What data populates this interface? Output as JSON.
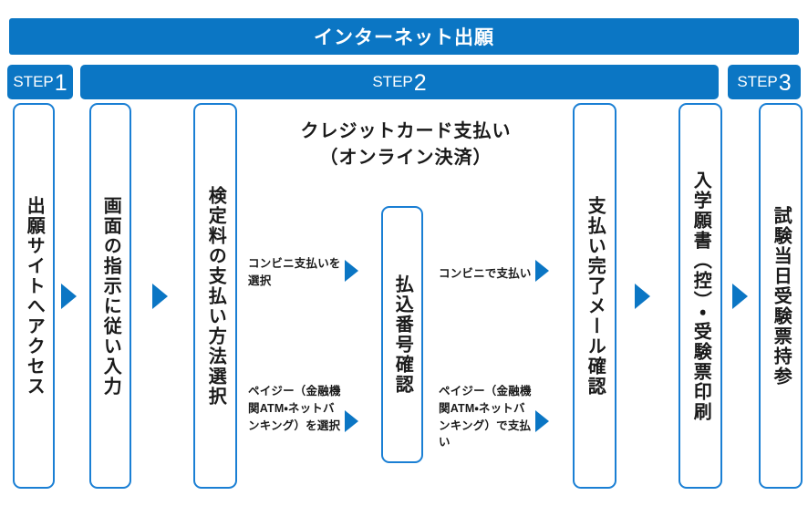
{
  "title": {
    "text": "インターネット出願"
  },
  "steps": [
    {
      "word": "STEP",
      "num": "1"
    },
    {
      "word": "STEP",
      "num": "2"
    },
    {
      "word": "STEP",
      "num": "3"
    }
  ],
  "boxes": {
    "apply_site": "出願サイトへアクセス",
    "screen_input": "画面の指示に従い入力",
    "fee_method": "検定料の支払い方法選択",
    "payment_number": "払込番号確認",
    "payment_mail": "支払い完了メール確認",
    "print_forms": "入学願書（控）・受験票印刷",
    "exam_day": "試験当日受験票持参"
  },
  "credit_card_heading": {
    "line1": "クレジットカード支払い",
    "line2": "（オンライン決済）"
  },
  "captions": {
    "konbini_select": "コンビニ支払いを選択",
    "payeasy_select": "ペイジー（金融機関ATM・ネットバンキング）を選択",
    "konbini_pay": "コンビニで支払い",
    "payeasy_pay": "ペイジー（金融機関ATM・ネットバンキング）で支払い"
  },
  "colors": {
    "brand_blue": "#0b76c4",
    "box_border": "#1a7fd4",
    "text": "#1a1a1a",
    "background": "#ffffff"
  }
}
